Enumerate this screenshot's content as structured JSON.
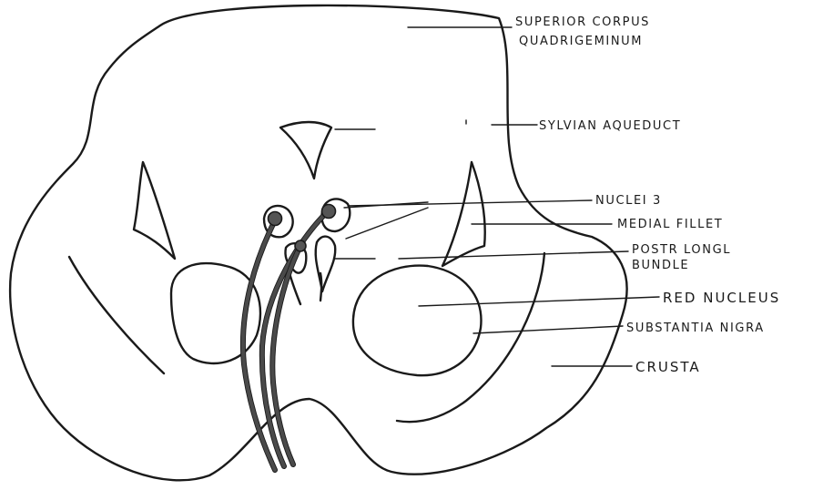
{
  "labels": {
    "superior_corpus_line1": "SUPERIOR CORPUS",
    "superior_corpus_line2": "QUADRIGEMINUM",
    "sylvian_aqueduct": "SYLVIAN AQUEDUCT",
    "nuclei_3": "NUCLEI 3",
    "medial_fillet": "MEDIAL FILLET",
    "postr_longl_line1": "POSTR LONGL",
    "postr_longl_line2": "BUNDLE",
    "red_nucleus": "RED NUCLEUS",
    "substantia_nigra": "SUBSTANTIA NIGRA",
    "crusta": "CRUSTA"
  }
}
